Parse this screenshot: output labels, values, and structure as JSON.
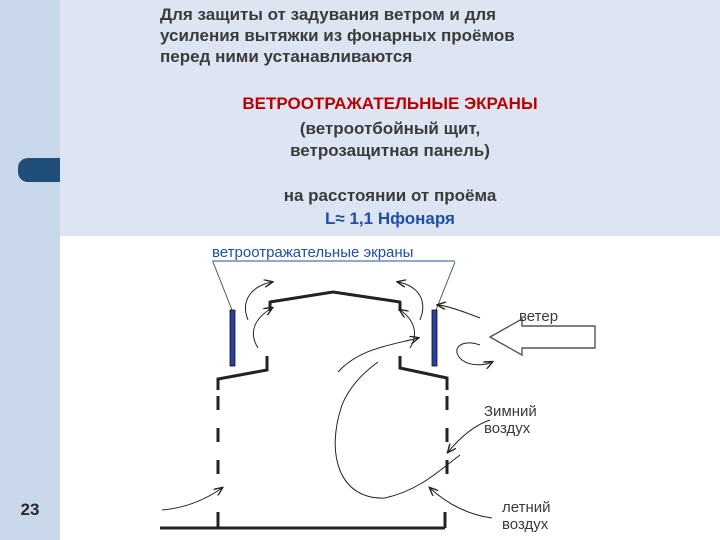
{
  "slide": {
    "number": "23",
    "intro_lines": [
      "Для защиты от задувания ветром и для",
      "усиления вытяжки из фонарных проёмов",
      "перед ними устанавливаются"
    ],
    "heading": "ВЕТРООТРАЖАТЕЛЬНЫЕ ЭКРАНЫ",
    "subtitle_lines": [
      "(ветроотбойный щит,",
      "ветрозащитная панель)"
    ],
    "distance_label": "на расстоянии от проёма",
    "formula": "L≈ 1,1 Нфонаря"
  },
  "diagram": {
    "screens_label": "ветроотражательные экраны",
    "wind_label": "ветер",
    "winter_air_label": [
      "Зимний",
      "воздух"
    ],
    "summer_air_label": [
      "летний",
      "воздух"
    ]
  },
  "colors": {
    "accent_red": "#c00000",
    "accent_blue": "#1f4fa8",
    "header_band": "#dce5f1",
    "side_strip": "#c9d7ea",
    "tab_marker": "#1f4e79"
  }
}
